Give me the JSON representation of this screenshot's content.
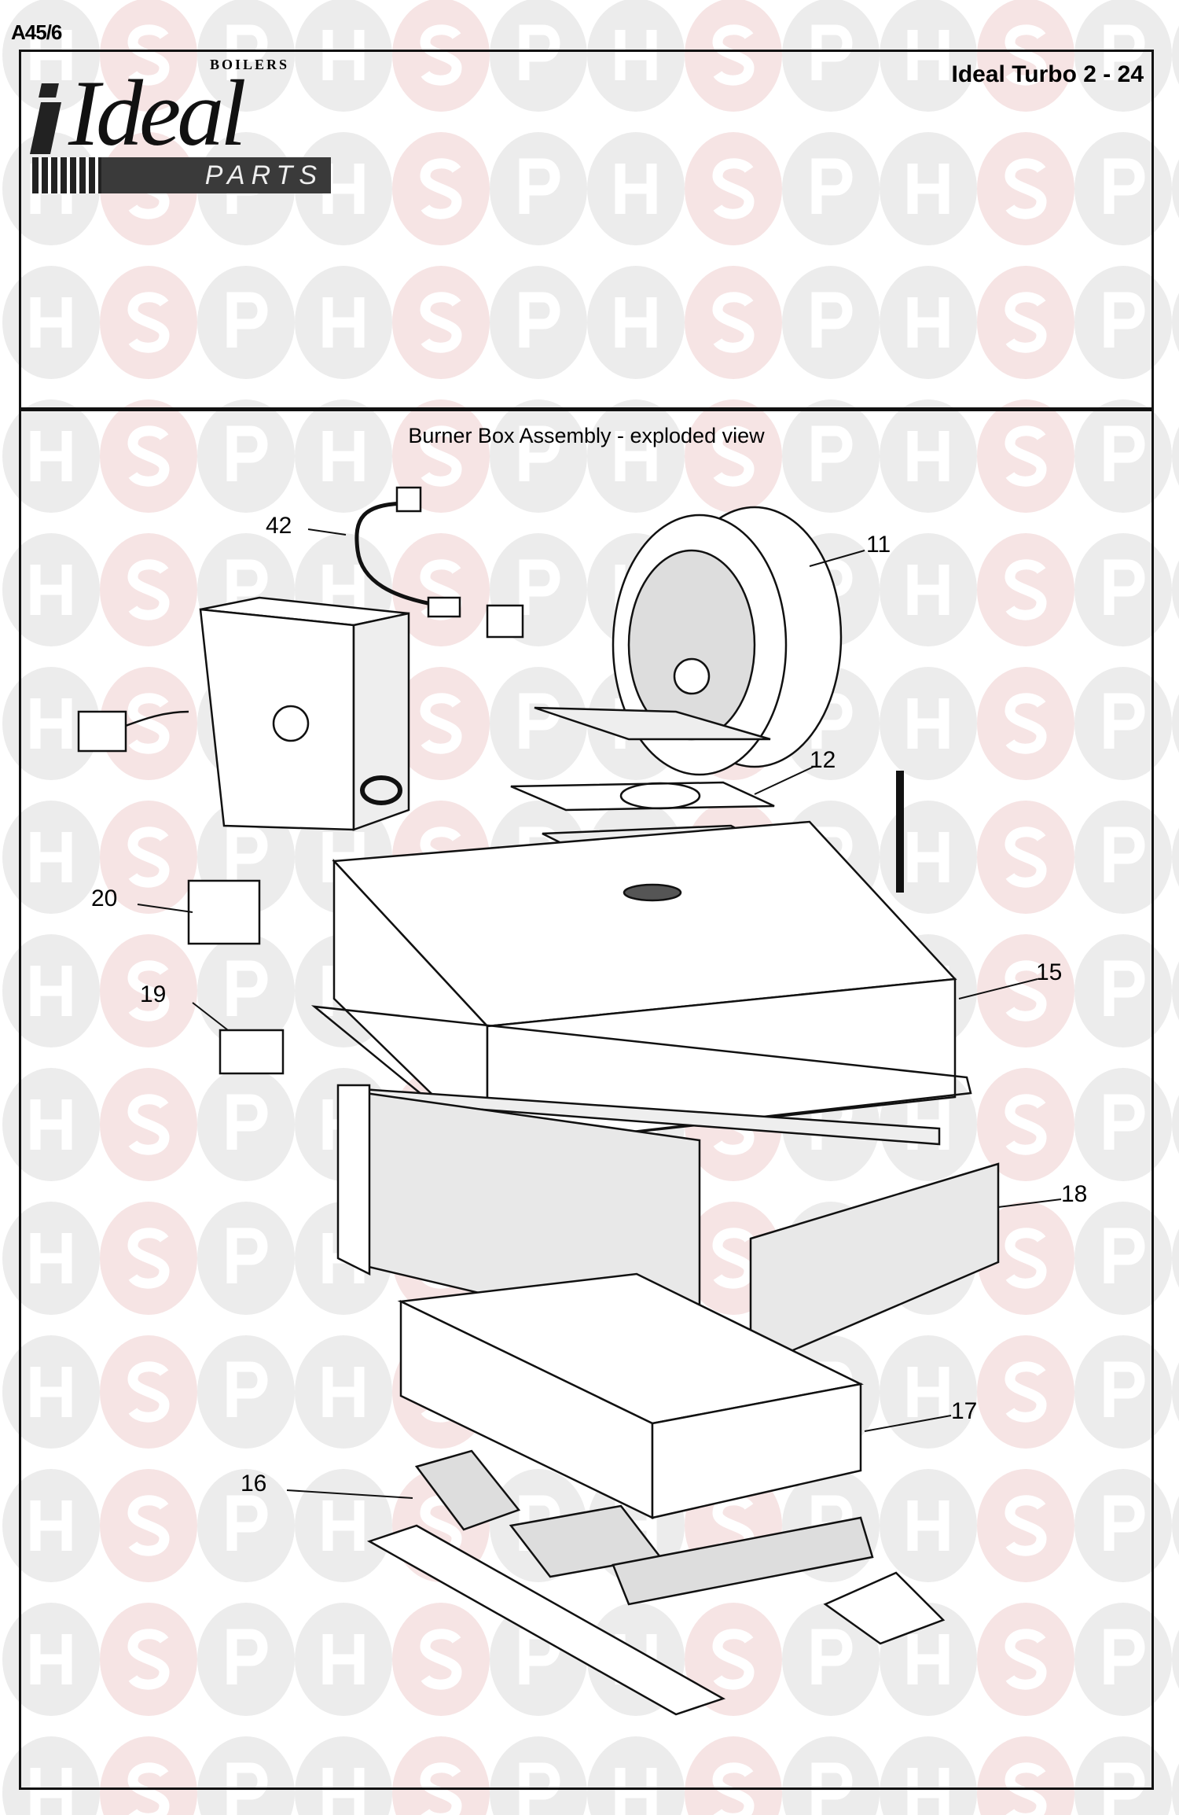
{
  "page_ref": "A45/6",
  "logo": {
    "brand": "Ideal",
    "sub": "BOILERS",
    "parts": "PARTS"
  },
  "model": "Ideal Turbo 2 - 24",
  "diagram_title": "Burner Box Assembly - exploded view",
  "part_labels": [
    "42",
    "11",
    "12",
    "20",
    "15",
    "19",
    "18",
    "17",
    "16"
  ],
  "watermark": [
    "H",
    "S",
    "P"
  ],
  "colors": {
    "watermark_grey": "#ececec",
    "watermark_pink": "#f6e4e4",
    "line": "#111111"
  }
}
